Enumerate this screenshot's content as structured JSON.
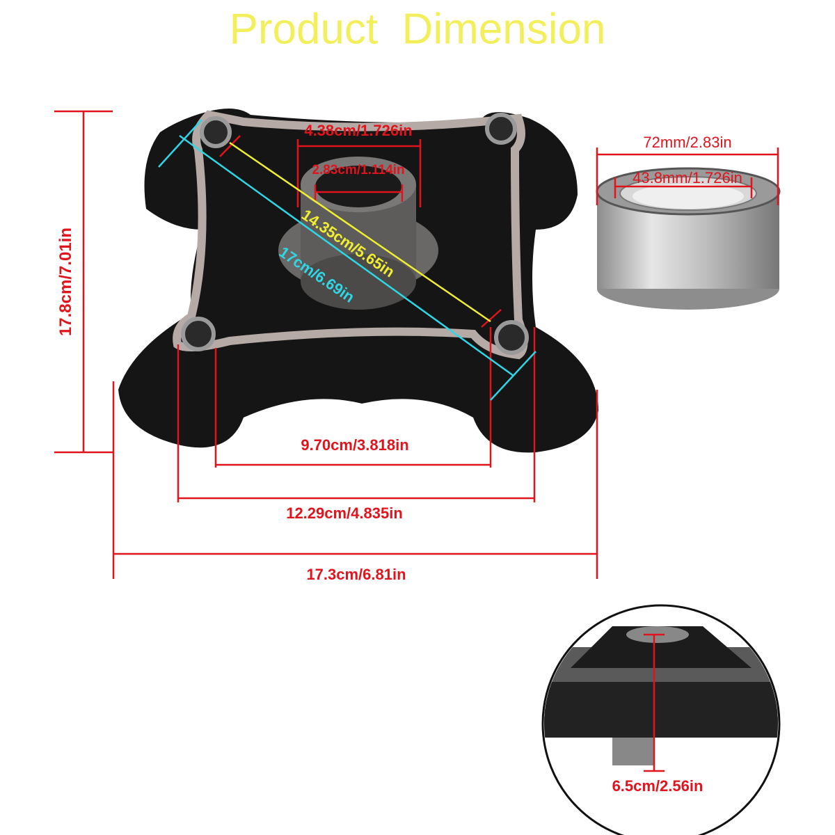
{
  "title": "Product  Dimension",
  "colors": {
    "dimension": "#e0141c",
    "diagonal_outer": "#2fd6e6",
    "diagonal_inner": "#f0ee30",
    "title": "#f3ef5c"
  },
  "hub": {
    "height": "17.8cm/7.01in",
    "hole_spacing": "9.70cm/3.818in",
    "hole_outer": "12.29cm/4.835in",
    "overall_width": "17.3cm/6.81in",
    "flange_outer": "4.38cm/1.726in",
    "bore": "2.83cm/1.114in",
    "diagonal_holes": "14.35cm/5.65in",
    "diagonal_overall": "17cm/6.69in"
  },
  "bearing": {
    "outer": "72mm/2.83in",
    "inner": "43.8mm/1.726in"
  },
  "inset": {
    "depth": "6.5cm/2.56in"
  }
}
